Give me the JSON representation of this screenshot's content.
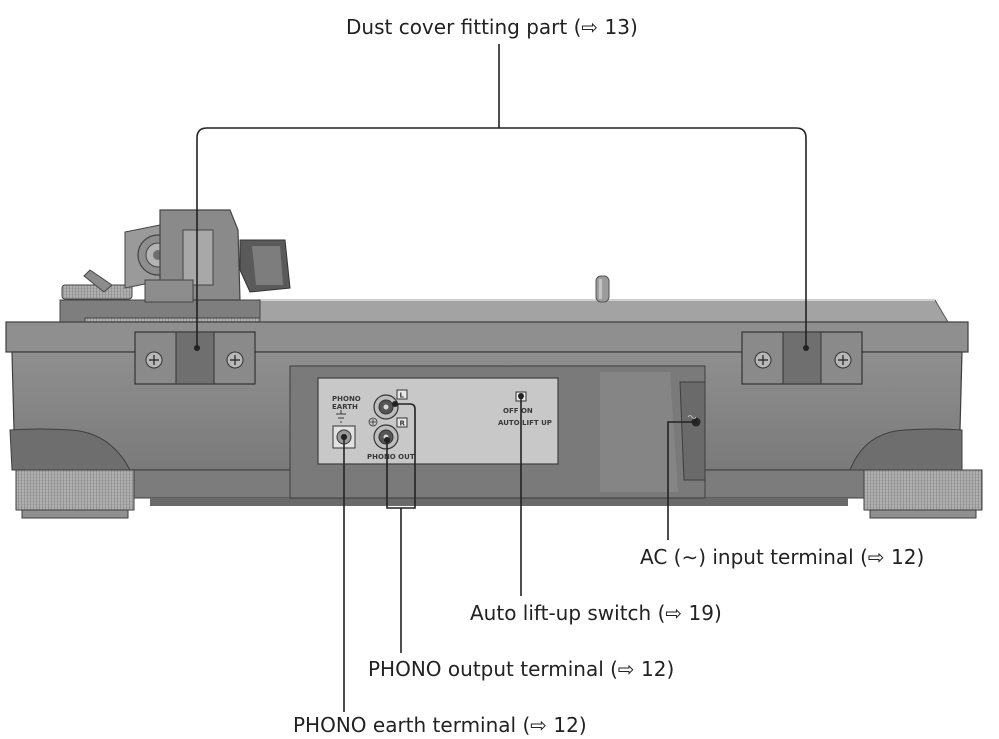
{
  "callouts": {
    "dust_cover": "Dust cover fitting part (⇨ 13)",
    "ac_input": "AC (∼) input terminal (⇨ 12)",
    "auto_lift": "Auto lift-up switch (⇨ 19)",
    "phono_output": "PHONO output terminal (⇨ 12)",
    "phono_earth": "PHONO earth terminal (⇨ 12)"
  },
  "panel_labels": {
    "phono_earth_line1": "PHONO",
    "phono_earth_line2": "EARTH",
    "channel_left": "L",
    "channel_right": "R",
    "phono_out": "PHONO OUT",
    "switch_state": "OFF  ON",
    "auto_lift_up": "AUTO LIFT UP"
  },
  "colors": {
    "body": "#8a8a8a",
    "body_dark": "#6b6b6b",
    "top_plate": "#9a9a9a",
    "panel": "#c9c9c9",
    "knurl": "#a5a5a5",
    "line": "#222222"
  }
}
